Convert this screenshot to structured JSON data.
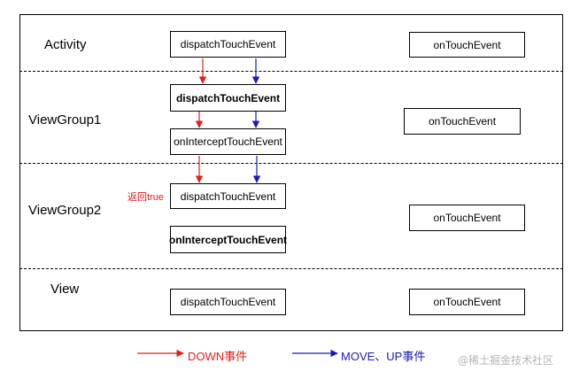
{
  "rows": {
    "activity": "Activity",
    "viewgroup1": "ViewGroup1",
    "viewgroup2": "ViewGroup2",
    "view": "View"
  },
  "boxes": {
    "activity_dispatch": "dispatchTouchEvent",
    "activity_ontouch": "onTouchEvent",
    "vg1_dispatch": "dispatchTouchEvent",
    "vg1_intercept": "onInterceptTouchEvent",
    "vg1_ontouch": "onTouchEvent",
    "vg2_dispatch": "dispatchTouchEvent",
    "vg2_intercept": "onInterceptTouchEvent",
    "vg2_ontouch": "onTouchEvent",
    "view_dispatch": "dispatchTouchEvent",
    "view_ontouch": "onTouchEvent"
  },
  "annotation": "返回true",
  "legend": {
    "down": "DOWN事件",
    "move_up": "MOVE、UP事件"
  },
  "watermark": "@稀土掘金技术社区",
  "colors": {
    "down": "#e0201b",
    "move_up": "#1a1ab8",
    "line": "#000000"
  }
}
